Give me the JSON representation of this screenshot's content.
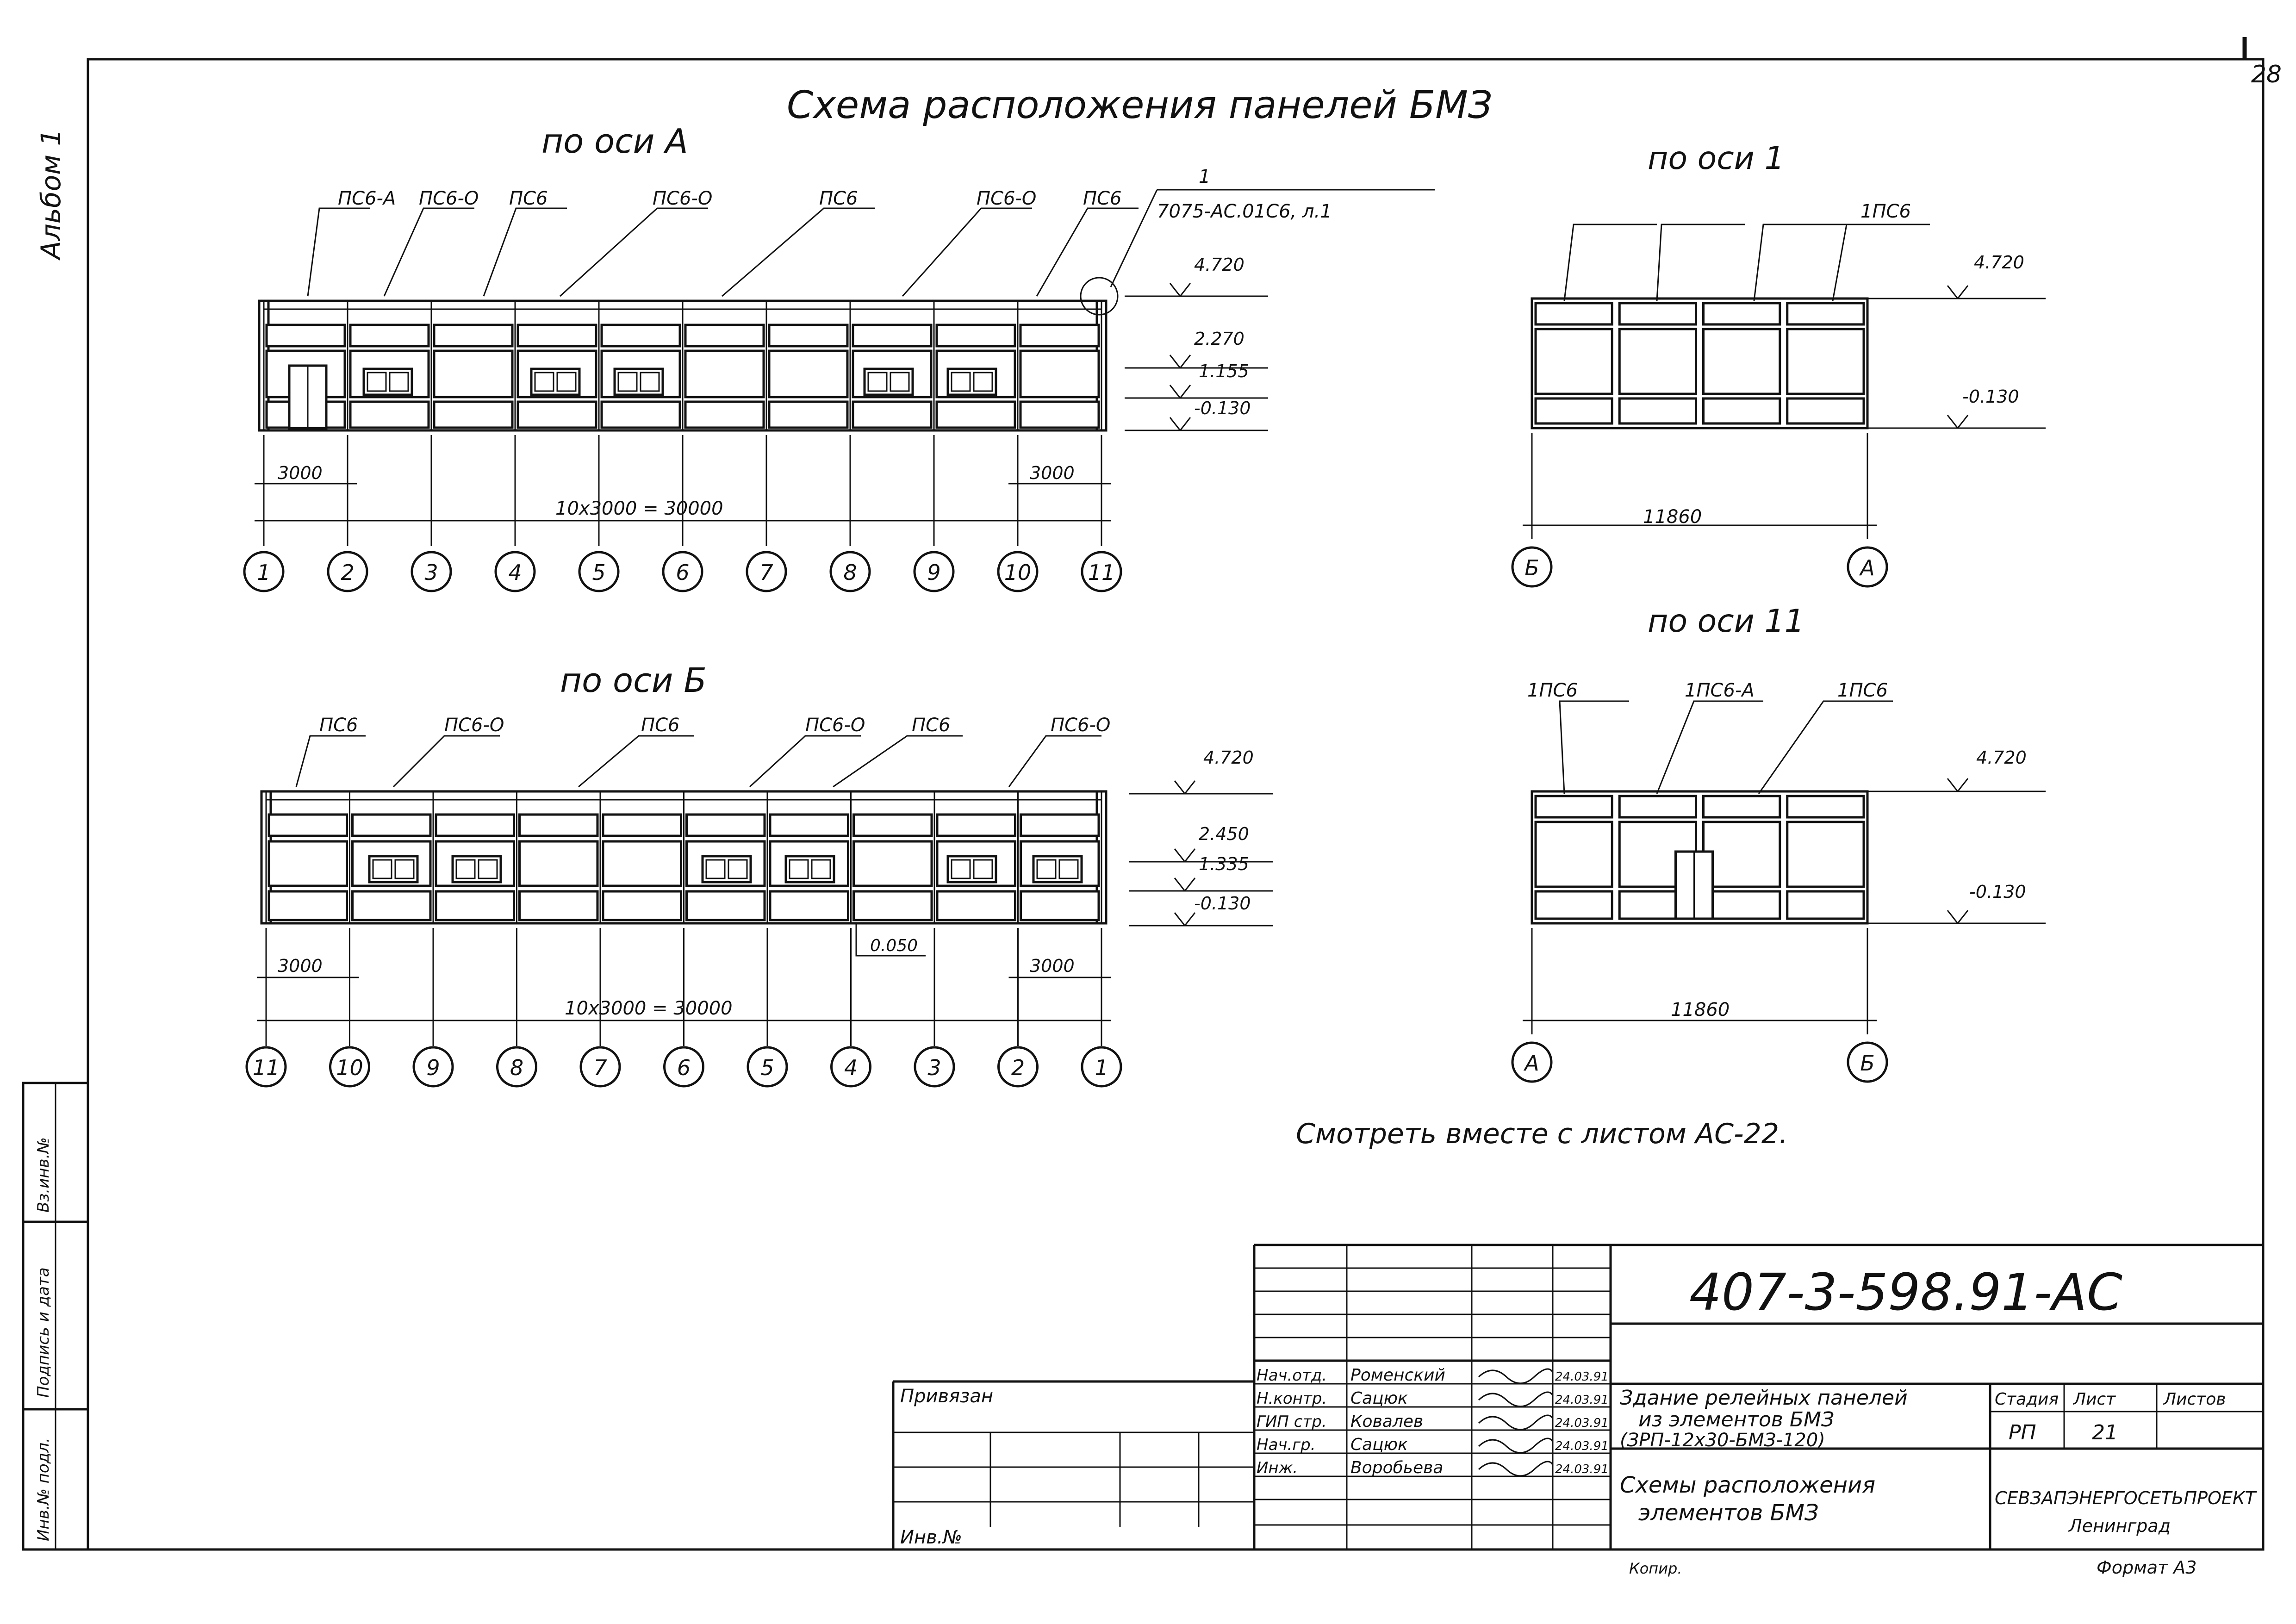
{
  "album_label": "Альбом 1",
  "sheet_corner_number": "28",
  "main_title": "Схема расположения панелей БМЗ",
  "elevations": {
    "axis_a": {
      "title": "по оси А",
      "panel_labels": [
        "ПС6-А",
        "ПС6-О",
        "ПС6",
        "ПС6-О",
        "ПС6",
        "ПС6-О",
        "ПС6"
      ],
      "reference": {
        "number": "1",
        "text": "7075-АС.01С6, л.1"
      },
      "levels": [
        "4.720",
        "2.270",
        "1.155",
        "-0.130"
      ],
      "dim_left": "3000",
      "dim_right": "3000",
      "dim_total": "10х3000 = 30000",
      "axes": [
        "1",
        "2",
        "3",
        "4",
        "5",
        "6",
        "7",
        "8",
        "9",
        "10",
        "11"
      ]
    },
    "axis_b": {
      "title": "по оси Б",
      "panel_labels": [
        "ПС6",
        "ПС6-О",
        "ПС6",
        "ПС6-О",
        "ПС6",
        "ПС6-О"
      ],
      "levels": [
        "4.720",
        "2.450",
        "1.335",
        "-0.130"
      ],
      "mark": "0.050",
      "dim_left": "3000",
      "dim_right": "3000",
      "dim_total": "10х3000 = 30000",
      "axes": [
        "11",
        "10",
        "9",
        "8",
        "7",
        "6",
        "5",
        "4",
        "3",
        "2",
        "1"
      ]
    },
    "axis_1": {
      "title": "по оси 1",
      "panel_labels": [
        "1ПС6"
      ],
      "levels": [
        "4.720",
        "-0.130"
      ],
      "dim_total": "11860",
      "axes": [
        "Б",
        "А"
      ]
    },
    "axis_11": {
      "title": "по оси 11",
      "panel_labels": [
        "1ПС6",
        "1ПС6-А",
        "1ПС6"
      ],
      "levels": [
        "4.720",
        "-0.130"
      ],
      "dim_total": "11860",
      "axes": [
        "А",
        "Б"
      ]
    }
  },
  "note": "Смотреть вместе с листом АС-22.",
  "side_stamp": [
    "Инв.№ подл.",
    "Подпись и дата",
    "Вз.инв.№"
  ],
  "title_block": {
    "doc_code": "407-3-598.91-АС",
    "privyazan": "Привязан",
    "inv_no": "Инв.№",
    "staff": [
      {
        "role": "Нач.отд.",
        "name": "Роменский",
        "date": "24.03.91"
      },
      {
        "role": "Н.контр.",
        "name": "Сацюк",
        "date": "24.03.91"
      },
      {
        "role": "ГИП стр.",
        "name": "Ковалев",
        "date": "24.03.91"
      },
      {
        "role": "Нач.гр.",
        "name": "Сацюк",
        "date": "24.03.91"
      },
      {
        "role": "Инж.",
        "name": "Воробьева",
        "date": "24.03.91"
      }
    ],
    "object_name": [
      "Здание релейных панелей",
      "из элементов БМЗ",
      "(ЗРП-12х30-БМЗ-120)"
    ],
    "sheet_name": [
      "Схемы расположения",
      "элементов БМЗ"
    ],
    "col_stage": "Стадия",
    "col_sheet": "Лист",
    "col_sheets": "Листов",
    "stage": "РП",
    "sheet_no": "21",
    "organization": "СЕВЗАПЭНЕРГОСЕТЬПРОЕКТ",
    "city": "Ленинград",
    "copied": "Копир.",
    "format": "Формат А3"
  }
}
